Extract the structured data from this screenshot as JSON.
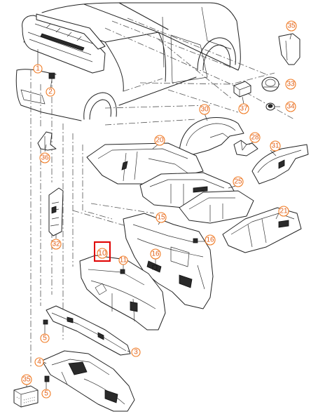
{
  "callouts": {
    "c1": "1",
    "c2": "2",
    "c3": "3",
    "c4": "4",
    "c5a": "5",
    "c5b": "5",
    "c10": "10",
    "c11": "11",
    "c15": "15",
    "c16a": "16",
    "c16b": "16",
    "c20": "20",
    "c21": "21",
    "c25": "25",
    "c28": "28",
    "c30": "30",
    "c31": "31",
    "c32": "32",
    "c33": "33",
    "c34": "34",
    "c35a": "35",
    "c35b": "35",
    "c36": "36",
    "c37": "37"
  },
  "colors": {
    "callout": "#e2621b",
    "highlight": "#e00000",
    "line": "#222222"
  },
  "highlighted_part": "10"
}
